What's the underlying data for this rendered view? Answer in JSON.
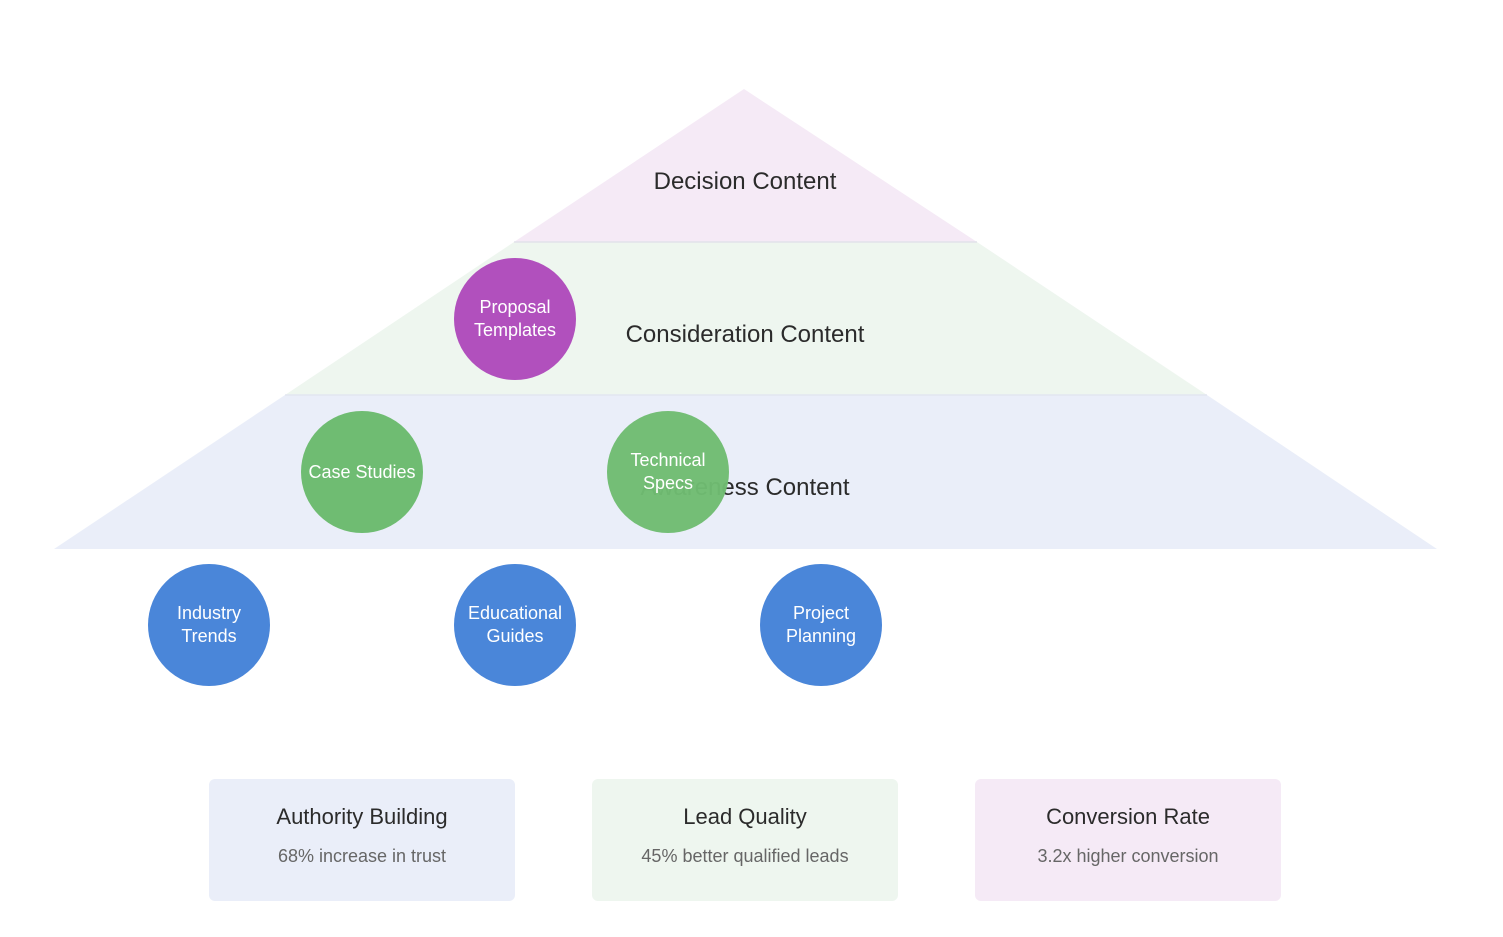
{
  "colors": {
    "awareness_fill": "#eaeef9",
    "consideration_fill": "#eef6ef",
    "decision_fill": "#f5eaf6",
    "blue": "#4a86d9",
    "green": "#6fbc72",
    "purple": "#b150bd",
    "text": "#2b2b2b",
    "muted": "#666666"
  },
  "pyramid": {
    "tiers": [
      {
        "id": "decision",
        "label": "Decision Content"
      },
      {
        "id": "consideration",
        "label": "Consideration Content"
      },
      {
        "id": "awareness",
        "label": "Awareness Content"
      }
    ]
  },
  "nodes": [
    {
      "id": "proposal-templates",
      "label": "Proposal Templates",
      "tier": "decision"
    },
    {
      "id": "case-studies",
      "label": "Case Studies",
      "tier": "consideration"
    },
    {
      "id": "technical-specs",
      "label": "Technical Specs",
      "tier": "consideration"
    },
    {
      "id": "industry-trends",
      "label": "Industry Trends",
      "tier": "awareness"
    },
    {
      "id": "educational-guides",
      "label": "Educational Guides",
      "tier": "awareness"
    },
    {
      "id": "project-planning",
      "label": "Project Planning",
      "tier": "awareness"
    }
  ],
  "metrics": [
    {
      "title": "Authority Building",
      "text": "68% increase in trust"
    },
    {
      "title": "Lead Quality",
      "text": "45% better qualified leads"
    },
    {
      "title": "Conversion Rate",
      "text": "3.2x higher conversion"
    }
  ]
}
